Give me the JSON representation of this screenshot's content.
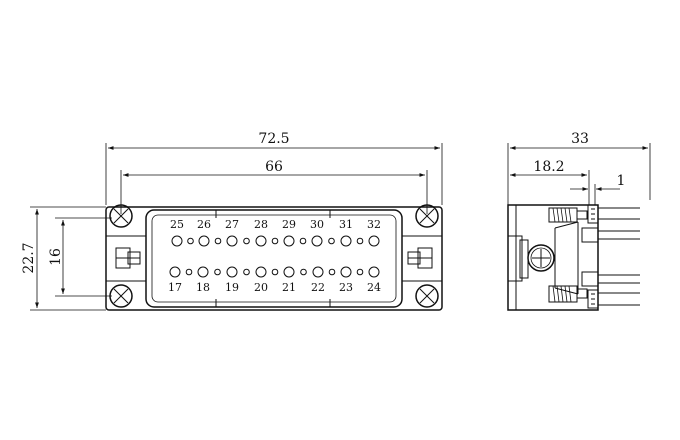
{
  "dimensions": {
    "overall_width": "72.5",
    "mounting_width": "66",
    "overall_height": "22.7",
    "inner_height": "16",
    "side_depth": "33",
    "side_partial": "18.2",
    "side_gap": "1"
  },
  "pins": {
    "top_row": [
      "25",
      "26",
      "27",
      "28",
      "29",
      "30",
      "31",
      "32"
    ],
    "bottom_row": [
      "17",
      "18",
      "19",
      "20",
      "21",
      "22",
      "23",
      "24"
    ]
  }
}
